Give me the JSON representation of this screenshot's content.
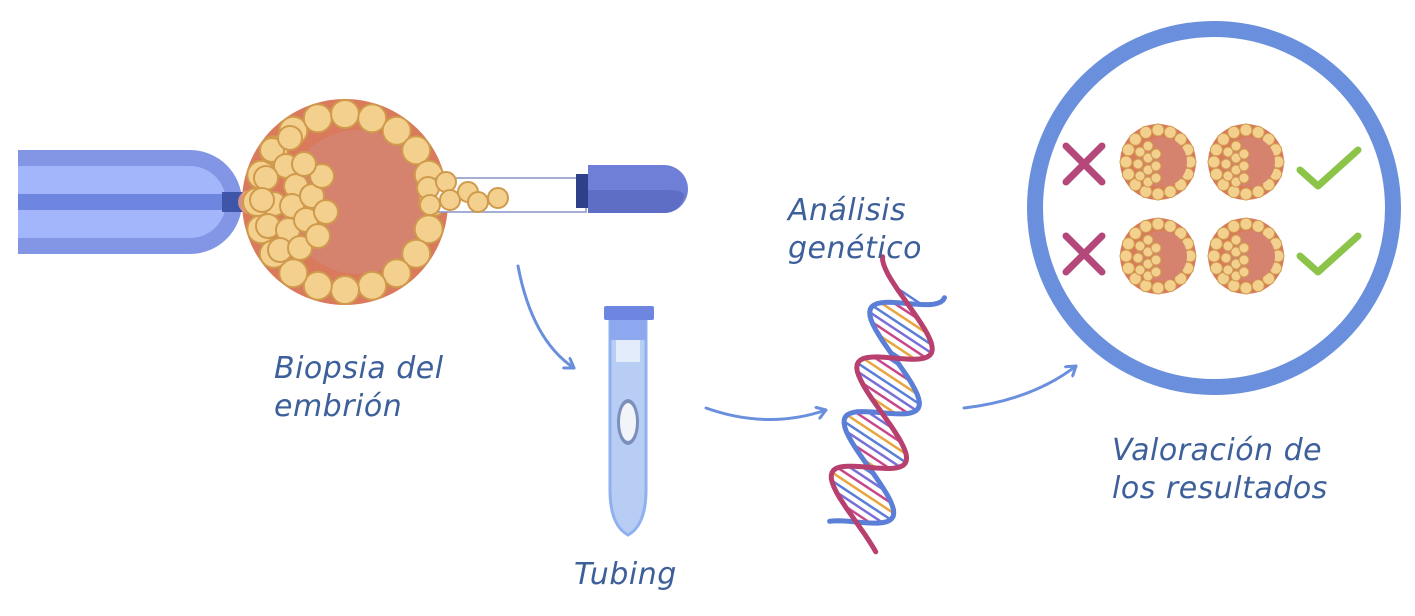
{
  "labels": {
    "biopsy": {
      "line1": "Biopsia del",
      "line2": "embrión"
    },
    "tubing": "Tubing",
    "genetic": {
      "line1": "Análisis",
      "line2": "genético"
    },
    "results": {
      "line1": "Valoración de",
      "line2": "los resultados"
    }
  },
  "colors": {
    "label_text": "#3d5f9a",
    "arrow": "#6a8fdc",
    "pipette": "#8ea5f2",
    "embryo_shell": "#d97a5c",
    "embryo_core": "#d5836f",
    "cells": "#f3d08e",
    "result_circle": "#6a8fdc",
    "reject_mark": "#b4487a",
    "accept_mark": "#8cc44a",
    "dna_strand_a": "#5b7fd6",
    "dna_strand_b": "#b8406e"
  },
  "icons": [
    "holding-pipette-icon",
    "embryo-icon",
    "biopsy-needle-icon",
    "tube-icon",
    "dna-helix-icon",
    "cross-icon",
    "check-icon"
  ]
}
